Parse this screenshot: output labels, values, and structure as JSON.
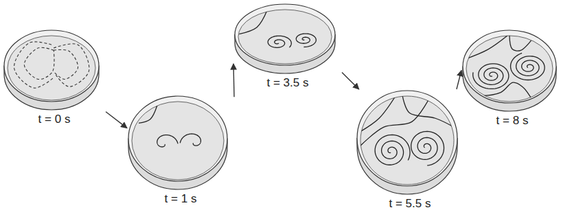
{
  "diagram": {
    "nodes": [
      {
        "text": [
          "t = 0 s"
        ]
      },
      {
        "text": [
          "t = 1 s"
        ]
      },
      {
        "text": [
          "t = 3.5 s"
        ]
      },
      {
        "text": [
          "t = 5.5 s"
        ]
      },
      {
        "text": [
          "t = 8 s"
        ]
      }
    ],
    "edges": [
      {
        "from": 0,
        "to": 1,
        "arrow": "to"
      },
      {
        "from": 1,
        "to": 2,
        "arrow": "to"
      },
      {
        "from": 2,
        "to": 3,
        "arrow": "to"
      },
      {
        "from": 3,
        "to": 4,
        "arrow": "to"
      }
    ]
  }
}
